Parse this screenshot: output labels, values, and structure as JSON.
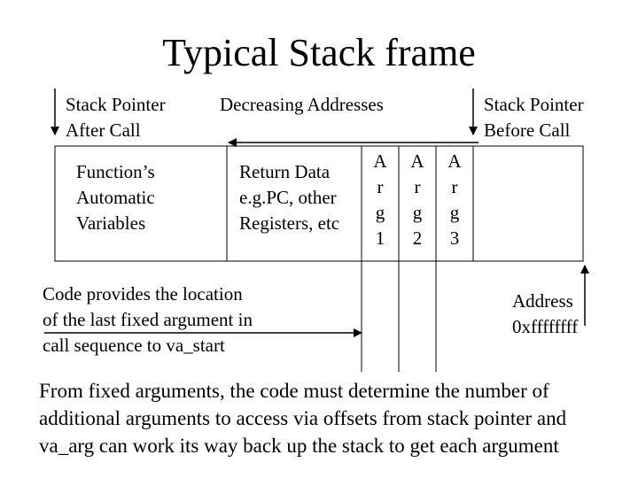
{
  "title": "Typical Stack frame",
  "labels": {
    "sp_after_line1": "Stack Pointer",
    "sp_after_line2": "After Call",
    "decreasing": "Decreasing Addresses",
    "sp_before_line1": "Stack Pointer",
    "sp_before_line2": "Before Call",
    "locals_line1": "Function’s",
    "locals_line2": "Automatic",
    "locals_line3": "Variables",
    "return_line1": "Return Data",
    "return_line2": "e.g.PC, other",
    "return_line3": "Registers, etc",
    "code_line1": "Code provides the location",
    "code_line2": "of the last fixed argument in",
    "code_line3": "call sequence to va_start",
    "address_line1": "Address",
    "address_line2": "0xffffffff"
  },
  "args": [
    {
      "c1": "A",
      "c2": "r",
      "c3": "g",
      "c4": "1"
    },
    {
      "c1": "A",
      "c2": "r",
      "c3": "g",
      "c4": "2"
    },
    {
      "c1": "A",
      "c2": "r",
      "c3": "g",
      "c4": "3"
    }
  ],
  "footer": {
    "line1": "From fixed arguments, the code must determine the number of",
    "line2": "additional arguments to access via offsets from stack pointer and",
    "line3": "va_arg can work its way back up the stack to get each argument"
  }
}
